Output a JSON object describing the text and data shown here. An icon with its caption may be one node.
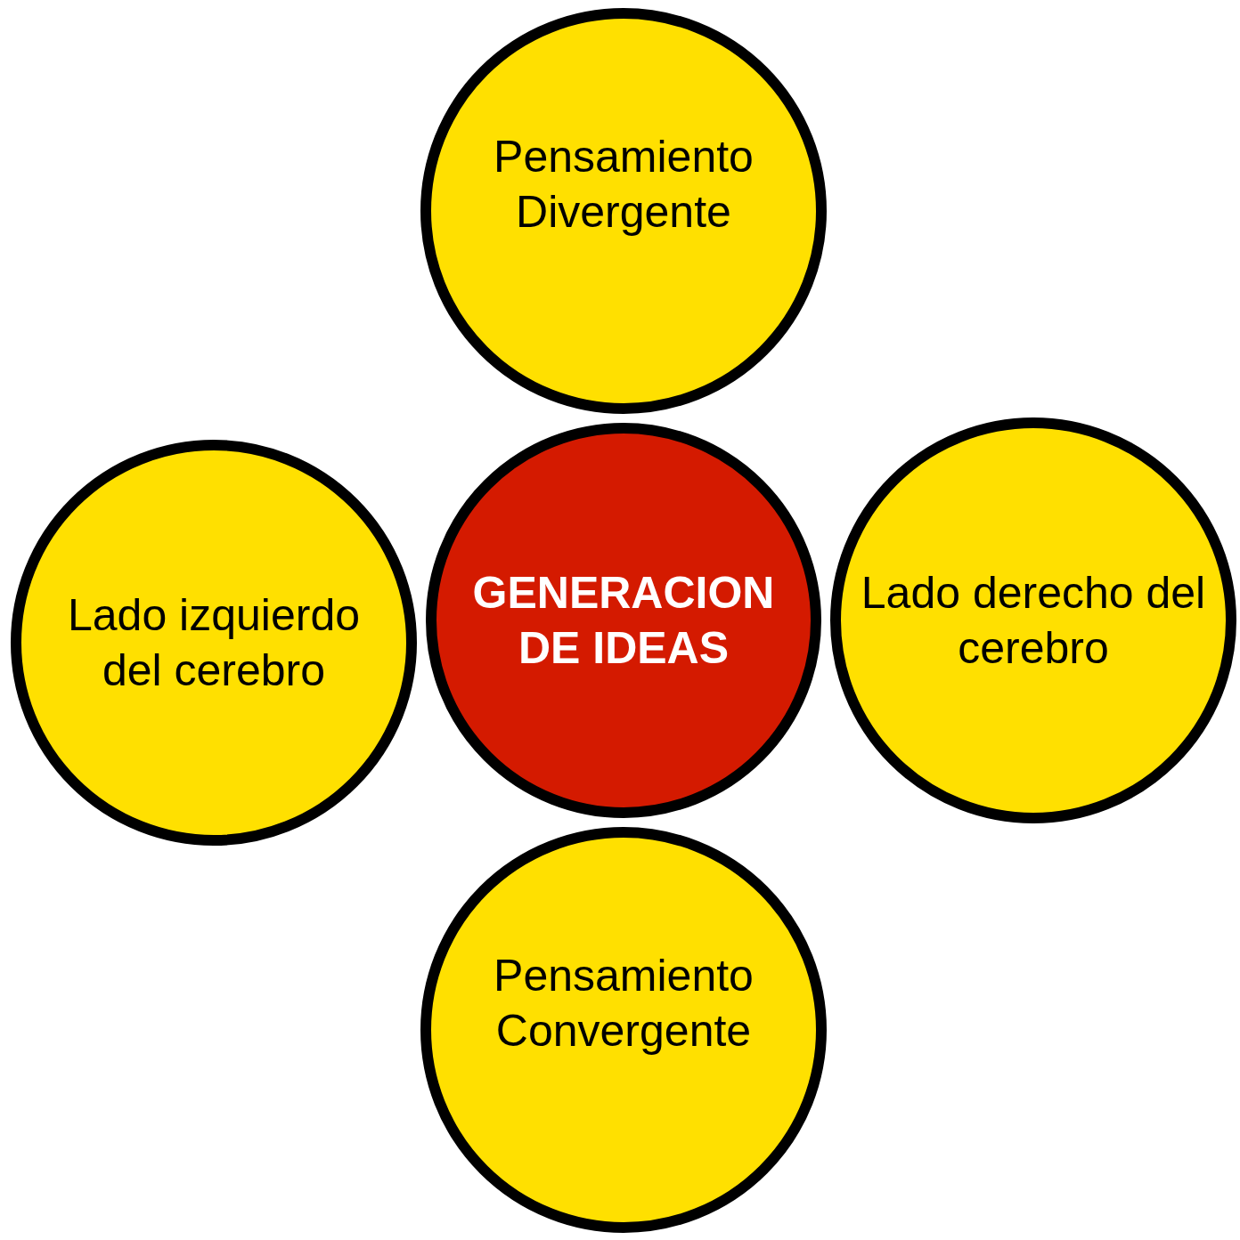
{
  "diagram": {
    "nodes": [
      {
        "text": [
          "Pensamiento Divergente"
        ]
      },
      {
        "text": [
          "Lado izquierdo del cerebro"
        ]
      },
      {
        "text": [
          "GENERACION DE IDEAS"
        ]
      },
      {
        "text": [
          "Lado derecho del cerebro"
        ]
      },
      {
        "text": [
          "Pensamiento Convergente"
        ]
      }
    ]
  }
}
